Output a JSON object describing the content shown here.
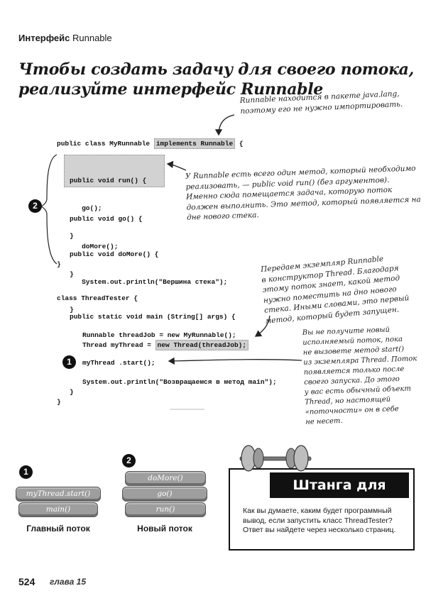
{
  "header": {
    "section_bold": "Интерфейс",
    "section_rest": " Runnable"
  },
  "title": {
    "line1": "Чтобы создать задачу для своего потока,",
    "line2": "реализуйте интерфейс Runnable"
  },
  "notes": {
    "package": [
      "Runnable находится в пакете java.lang,",
      "поэтому его не нужно импортировать."
    ],
    "run_method": [
      "У Runnable есть всего один метод, который необходимо",
      "реализовать, — public void run() (без аргументов).",
      "Именно сюда помещается задача, которую поток",
      "должен выполнить. Это метод, который появляется на",
      "дне нового стека."
    ],
    "pass_instance": [
      "Передаем экземпляр Runnable",
      "в конструктор Thread. Благодаря",
      "этому поток знает, какой метод",
      "нужно поместить на дно нового",
      "стека. Иными словами, это первый",
      "метод, который будет запущен."
    ],
    "start": [
      "Вы не получите новый",
      "исполняемый поток, пока",
      "не вызовете метод start()",
      "из экземпляра Thread. Поток",
      "появляется только после",
      "своего запуска. До этого",
      "у вас есть обычный объект",
      "Thread, но настоящей",
      "«поточности» он в себе",
      "не несет."
    ]
  },
  "code": {
    "class_decl": "public class MyRunnable",
    "implements": "implements Runnable",
    "open_brace": "{",
    "run_lines": [
      "public void run() {",
      "   go();",
      "}"
    ],
    "go_lines": [
      "public void go() {",
      "   doMore();",
      "}"
    ],
    "domore_lines": [
      "public void doMore() {",
      "   System.out.println(\"Вершина стека\");",
      "}"
    ],
    "close_brace": "}",
    "tester_decl": "class ThreadTester {",
    "main_decl": "public static void main (String[] args) {",
    "job_line": "Runnable threadJob = new MyRunnable();",
    "thread_line_start": "Thread myThread = ",
    "thread_line_hl": "new Thread(threadJob);",
    "start_line": "myThread .start();",
    "print_line": "System.out.println(\"Возвращаемся в метод main\");",
    "main_close": "}",
    "tester_close": "}"
  },
  "markers": {
    "m1": "1",
    "m2": "2"
  },
  "stacks": {
    "main": {
      "number": "1",
      "items": [
        "myThread.start()",
        "main()"
      ],
      "label": "Главный поток"
    },
    "new": {
      "number": "2",
      "items": [
        "doMore()",
        "go()",
        "run()"
      ],
      "label": "Новый поток"
    }
  },
  "brain": {
    "title": "Штанга для мозга",
    "text": "Как вы думаете, каким будет программный вывод, если запустить класс ThreadTester? Ответ вы найдете через несколько страниц."
  },
  "footer": {
    "page": "524",
    "chapter": "глава 15"
  }
}
